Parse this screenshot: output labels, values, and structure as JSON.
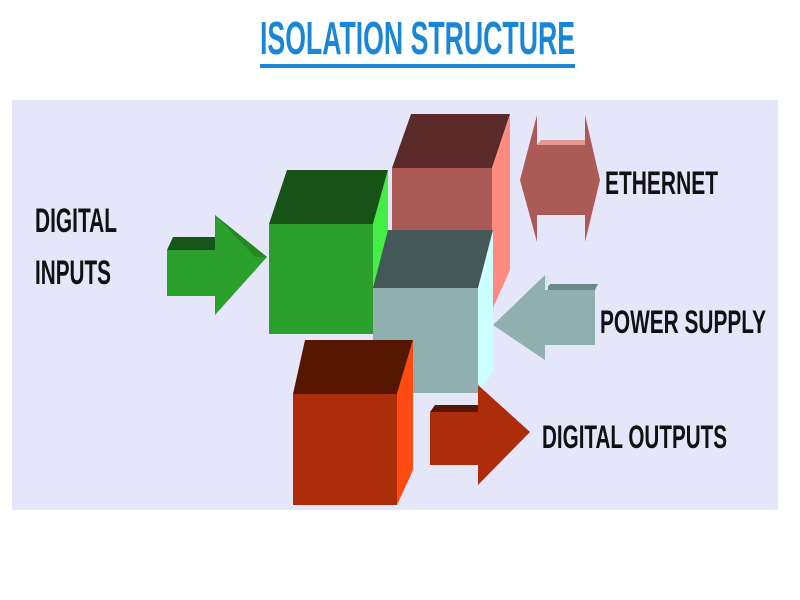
{
  "title": "ISOLATION STRUCTURE",
  "labels": {
    "digital_inputs_line1": "DIGITAL",
    "digital_inputs_line2": "INPUTS",
    "ethernet": "ETHERNET",
    "power_supply": "POWER SUPPLY",
    "digital_outputs": "DIGITAL OUTPUTS"
  },
  "colors": {
    "title": "#1a86d8",
    "panel": "#e6e6fa",
    "green": "#2ca02c",
    "ethernet_red": "#ab5a56",
    "teal": "#8fb0ae",
    "orange": "#ad2c0a"
  }
}
